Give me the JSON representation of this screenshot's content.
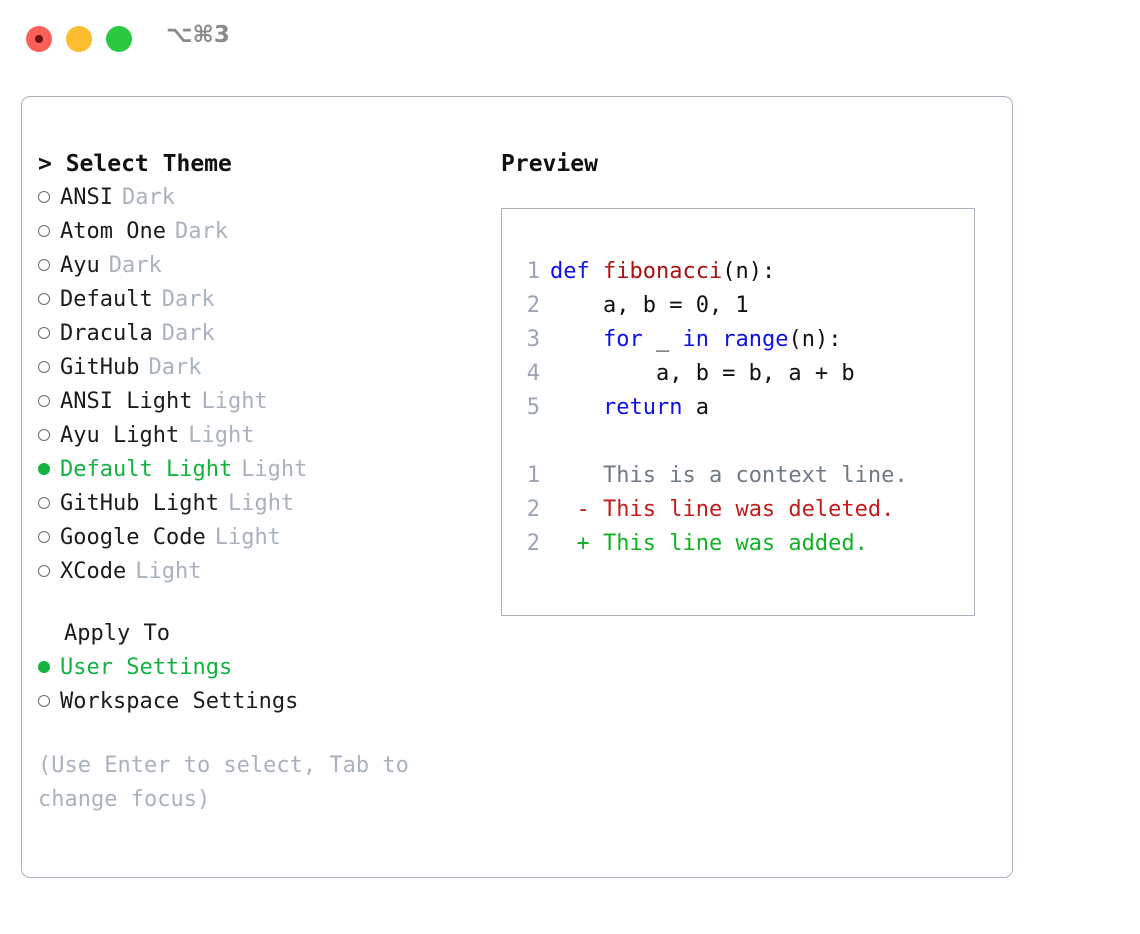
{
  "titlebar": {
    "shortcut_label": "⌥⌘3",
    "buttons": [
      {
        "name": "close",
        "color": "#fb6158"
      },
      {
        "name": "minimize",
        "color": "#fcbc2d"
      },
      {
        "name": "maximize",
        "color": "#2bc93f"
      }
    ]
  },
  "theme_picker": {
    "header": "> Select Theme",
    "items": [
      {
        "name": "ANSI",
        "kind": "Dark",
        "selected": false
      },
      {
        "name": "Atom One",
        "kind": "Dark",
        "selected": false
      },
      {
        "name": "Ayu",
        "kind": "Dark",
        "selected": false
      },
      {
        "name": "Default",
        "kind": "Dark",
        "selected": false
      },
      {
        "name": "Dracula",
        "kind": "Dark",
        "selected": false
      },
      {
        "name": "GitHub",
        "kind": "Dark",
        "selected": false
      },
      {
        "name": "ANSI Light",
        "kind": "Light",
        "selected": false
      },
      {
        "name": "Ayu Light",
        "kind": "Light",
        "selected": false
      },
      {
        "name": "Default Light",
        "kind": "Light",
        "selected": true
      },
      {
        "name": "GitHub Light",
        "kind": "Light",
        "selected": false
      },
      {
        "name": "Google Code",
        "kind": "Light",
        "selected": false
      },
      {
        "name": "XCode",
        "kind": "Light",
        "selected": false
      }
    ]
  },
  "apply_to": {
    "header": "Apply To",
    "options": [
      {
        "label": "User Settings",
        "selected": true
      },
      {
        "label": "Workspace Settings",
        "selected": false
      }
    ]
  },
  "hint": "(Use Enter to select, Tab to change focus)",
  "preview": {
    "header": "Preview",
    "code_lines": [
      {
        "no": "1",
        "tokens": [
          {
            "t": "def",
            "c": "kw"
          },
          {
            "t": " ",
            "c": "plain"
          },
          {
            "t": "fibonacci",
            "c": "fn"
          },
          {
            "t": "(n):",
            "c": "plain"
          }
        ]
      },
      {
        "no": "2",
        "tokens": [
          {
            "t": "    a, b = 0, 1",
            "c": "plain"
          }
        ]
      },
      {
        "no": "3",
        "tokens": [
          {
            "t": "    ",
            "c": "plain"
          },
          {
            "t": "for",
            "c": "kw"
          },
          {
            "t": " _ ",
            "c": "plain"
          },
          {
            "t": "in",
            "c": "kw"
          },
          {
            "t": " ",
            "c": "plain"
          },
          {
            "t": "range",
            "c": "kw"
          },
          {
            "t": "(n):",
            "c": "plain"
          }
        ]
      },
      {
        "no": "4",
        "tokens": [
          {
            "t": "        a, b = b, a + b",
            "c": "plain"
          }
        ]
      },
      {
        "no": "5",
        "tokens": [
          {
            "t": "    ",
            "c": "plain"
          },
          {
            "t": "return",
            "c": "kw"
          },
          {
            "t": " a",
            "c": "plain"
          }
        ]
      }
    ],
    "diff_lines": [
      {
        "no": "1",
        "marker": " ",
        "text": " This is a context line.",
        "c": "ctx"
      },
      {
        "no": "2",
        "marker": "-",
        "text": " This line was deleted.",
        "c": "del"
      },
      {
        "no": "2",
        "marker": "+",
        "text": " This line was added.",
        "c": "add"
      }
    ]
  },
  "colors": {
    "accent_green": "#12b33f",
    "keyword_blue": "#0b11e8",
    "function_red": "#aa1111",
    "muted": "#a9b2bd",
    "border": "#a8b2be",
    "diff_added": "#11b324",
    "diff_deleted": "#c41b1b"
  }
}
